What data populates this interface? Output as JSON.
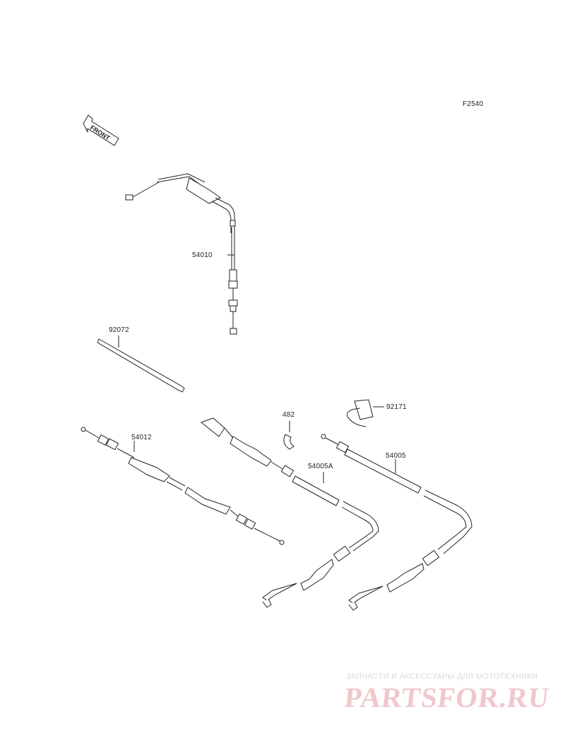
{
  "diagram": {
    "code": "F2540",
    "front_label": "FRONT",
    "parts": [
      {
        "number": "54010"
      },
      {
        "number": "92072"
      },
      {
        "number": "54012"
      },
      {
        "number": "482"
      },
      {
        "number": "54005A"
      },
      {
        "number": "92171"
      },
      {
        "number": "54005"
      }
    ]
  },
  "watermark": {
    "caption": "ЗАПЧАСТИ И АКСЕССУАРЫ ДЛЯ МОТОТЕХНИКИ",
    "brand": "PARTSFOR.RU"
  }
}
